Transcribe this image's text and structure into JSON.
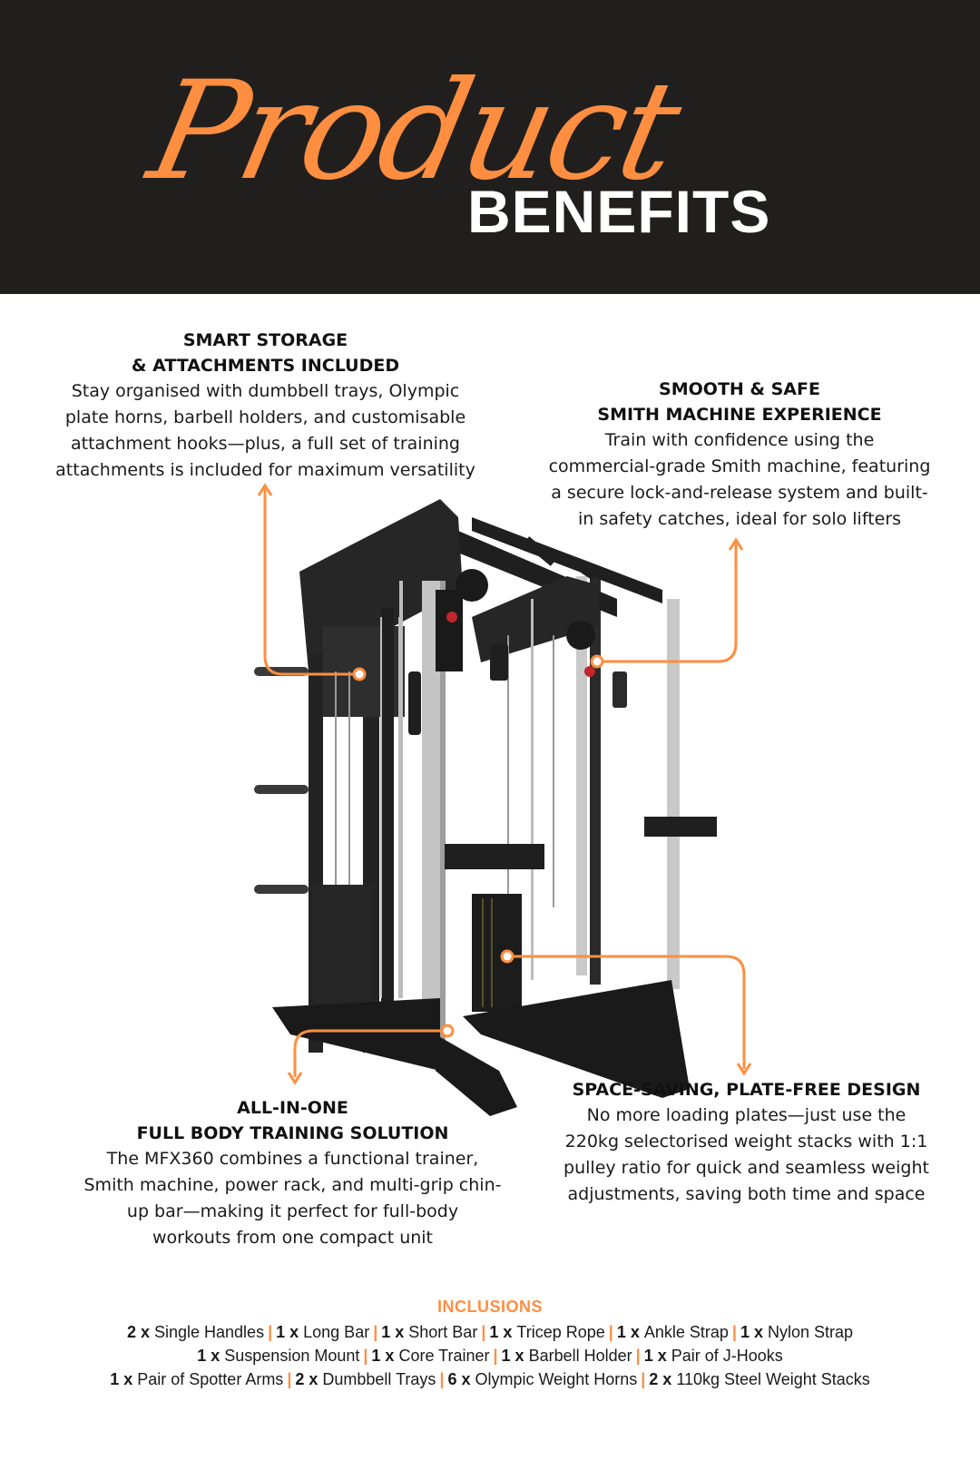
{
  "header": {
    "script_title": "Product",
    "block_title": "BENEFITS",
    "background_color": "#211f1e",
    "accent_color": "#ff8e41"
  },
  "product_image": {
    "alt": "MFX360 functional trainer / Smith machine"
  },
  "benefits": [
    {
      "title_line1": "SMART STORAGE",
      "title_line2": "& ATTACHMENTS INCLUDED",
      "body": "Stay organised with dumbbell trays, Olympic\nplate horns, barbell holders, and customisable\nattachment hooks—plus, a full set of training\nattachments is included for maximum versatility"
    },
    {
      "title_line1": "SMOOTH & SAFE",
      "title_line2": "SMITH MACHINE EXPERIENCE",
      "body": "Train with confidence using the\ncommercial-grade Smith machine, featuring\na secure lock-and-release system and built-\nin safety catches, ideal for solo lifters"
    },
    {
      "title_line1": "ALL-IN-ONE",
      "title_line2": "FULL BODY TRAINING SOLUTION",
      "body": "The MFX360 combines a functional trainer,\nSmith machine, power rack, and multi-grip chin-\nup bar—making it perfect for full-body\nworkouts from one compact unit"
    },
    {
      "title_line1": "SPACE-SAVING, PLATE-FREE DESIGN",
      "body": "No more loading plates—just use the\n220kg selectorised weight stacks with 1:1\npulley ratio for quick and seamless weight\nadjustments, saving both time and space"
    }
  ],
  "inclusions": {
    "heading": "INCLUSIONS",
    "separator": "|",
    "rows": [
      [
        {
          "qty": "2 x",
          "item": "Single Handles"
        },
        {
          "qty": "1 x",
          "item": "Long Bar"
        },
        {
          "qty": "1 x",
          "item": "Short Bar"
        },
        {
          "qty": "1 x",
          "item": "Tricep Rope"
        },
        {
          "qty": "1 x",
          "item": "Ankle Strap"
        },
        {
          "qty": "1 x",
          "item": "Nylon Strap"
        }
      ],
      [
        {
          "qty": "1 x",
          "item": "Suspension Mount"
        },
        {
          "qty": "1 x",
          "item": "Core Trainer"
        },
        {
          "qty": "1 x",
          "item": "Barbell Holder"
        },
        {
          "qty": "1 x",
          "item": "Pair of J-Hooks"
        }
      ],
      [
        {
          "qty": "1 x",
          "item": "Pair of Spotter Arms"
        },
        {
          "qty": "2 x",
          "item": "Dumbbell Trays"
        },
        {
          "qty": "6 x",
          "item": "Olympic Weight Horns"
        },
        {
          "qty": "2 x",
          "item": "110kg Steel Weight Stacks"
        }
      ]
    ]
  }
}
